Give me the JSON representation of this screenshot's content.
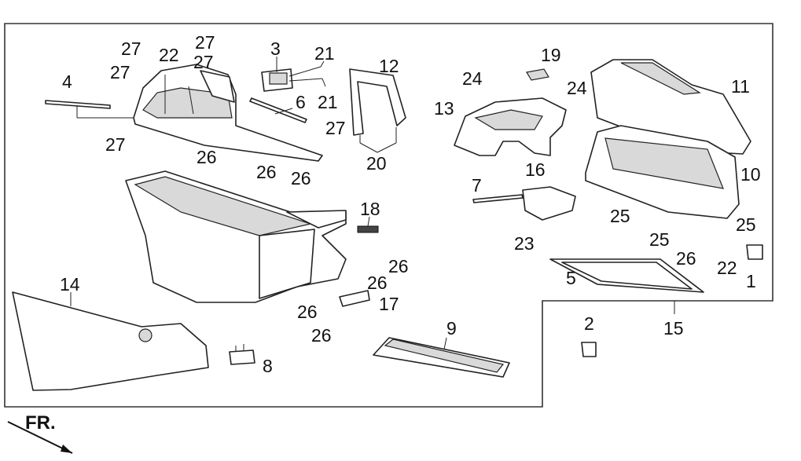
{
  "labels": {
    "l1": "1",
    "l2": "2",
    "l3": "3",
    "l4": "4",
    "l5": "5",
    "l6": "6",
    "l7": "7",
    "l8": "8",
    "l9": "9",
    "l10": "10",
    "l11": "11",
    "l12": "12",
    "l13": "13",
    "l14": "14",
    "l15": "15",
    "l16": "16",
    "l17": "17",
    "l18": "18",
    "l19": "19",
    "l20": "20",
    "l21a": "21",
    "l21b": "21",
    "l22a": "22",
    "l22b": "22",
    "l23": "23",
    "l24a": "24",
    "l24b": "24",
    "l25a": "25",
    "l25b": "25",
    "l25c": "25",
    "l26a": "26",
    "l26b": "26",
    "l26c": "26",
    "l26d": "26",
    "l26e": "26",
    "l26f": "26",
    "l26g": "26",
    "l26h": "26",
    "l27a": "27",
    "l27b": "27",
    "l27c": "27",
    "l27d": "27",
    "l27e": "27",
    "l27f": "27"
  },
  "direction": {
    "text": "FR."
  },
  "colors": {
    "line": "#222222",
    "background": "#ffffff",
    "shade": "#d9d9d9"
  }
}
